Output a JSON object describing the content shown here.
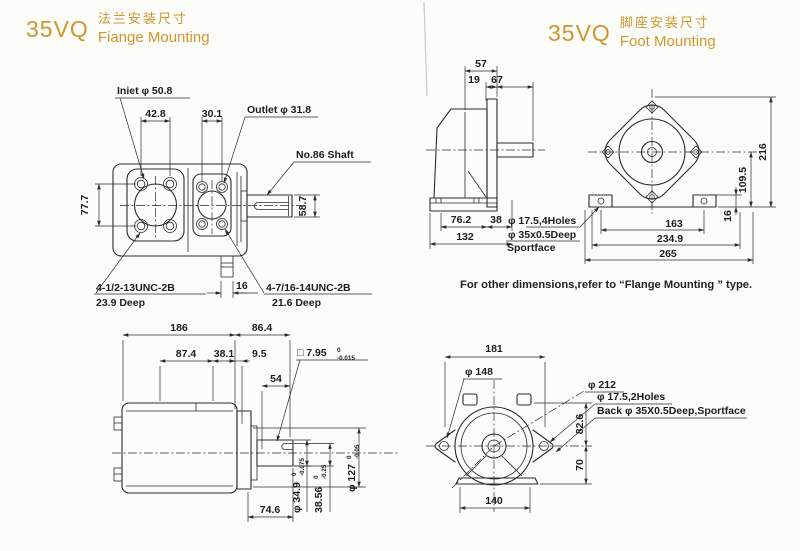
{
  "palette": {
    "accent": "#d0952f",
    "ink": "#2b2b2b",
    "bg": "#fcfcf9"
  },
  "titles": {
    "flange": {
      "model": "35VQ",
      "zh": "法兰安装尺寸",
      "en": "Fiange Mounting"
    },
    "foot": {
      "model": "35VQ",
      "zh": "脚座安装尺寸",
      "en": "Foot Mounting"
    }
  },
  "note": "For other  dimensions,refer to  “Flange Mounting ” type.",
  "flange_front": {
    "inlet": "Iniet φ 50.8",
    "d42_8": "42.8",
    "d30_1": "30.1",
    "outlet": "Outlet φ 31.8",
    "shaft": "No.86 Shaft",
    "d77_7": "77.7",
    "d58_7": "58.7",
    "d16": "16",
    "thread_a1": "4-1/2-13UNC-2B",
    "thread_a2": "23.9 Deep",
    "thread_b1": "4-7/16-14UNC-2B",
    "thread_b2": "21.6 Deep"
  },
  "flange_side": {
    "d186": "186",
    "d86_4": "86.4",
    "d87_4": "87.4",
    "d38_1": "38.1",
    "d9_5": "9.5",
    "d54": "54",
    "key": "□ 7.95",
    "key_hi": "0",
    "key_lo": "-0.015",
    "d74_6": "74.6",
    "shaft_dia": "φ 34.9",
    "shaft_hi": "0",
    "shaft_lo": "-0.075",
    "flat": "38.56",
    "flat_hi": "0",
    "flat_lo": "-0.25",
    "pilot": "φ 127",
    "pilot_hi": "0",
    "pilot_lo": "-0.05"
  },
  "foot_side": {
    "d57": "57",
    "d19": "19",
    "d67": "67",
    "d76_2": "76.2",
    "d38": "38",
    "d132": "132",
    "holes1": "φ 17.5,4Holes",
    "holes2": "φ 35x0.5Deep",
    "holes3": "Sportface"
  },
  "foot_front": {
    "d216": "216",
    "d109_5": "109.5",
    "d16": "16",
    "d163": "163",
    "d234_9": "234.9",
    "d265": "265"
  },
  "foot_back": {
    "d181": "181",
    "d148": "φ 148",
    "d212": "φ 212",
    "holes": "φ 17.5,2Holes",
    "back": "Back φ 35X0.5Deep,Sportface",
    "d82_6": "82.6",
    "d70": "70",
    "d140": "140"
  }
}
